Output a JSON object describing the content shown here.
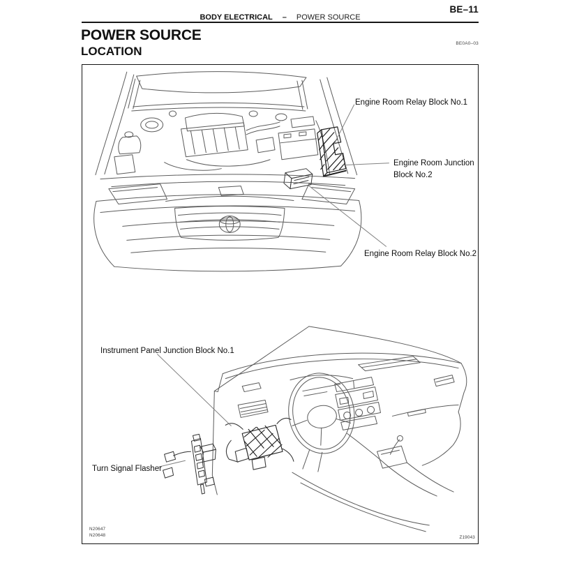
{
  "page": {
    "page_number": "BE–11",
    "running_header": {
      "section": "BODY ELECTRICAL",
      "separator": "–",
      "subsection": "POWER SOURCE"
    },
    "title": "POWER SOURCE",
    "doc_code": "BE0A0–03",
    "section_heading": "LOCATION"
  },
  "figure": {
    "description": "Two line drawings: engine compartment front view and instrument panel interior view with component callouts",
    "callouts": {
      "engine_room_relay_block_1": "Engine Room Relay Block No.1",
      "engine_room_junction_block_2_line1": "Engine Room Junction",
      "engine_room_junction_block_2_line2": "Block No.2",
      "engine_room_relay_block_2": "Engine Room Relay Block No.2",
      "instrument_panel_junction_block_1": "Instrument Panel Junction Block No.1",
      "turn_signal_flasher": "Turn Signal Flasher"
    },
    "codes": {
      "left_top": "N20647",
      "left_bottom": "N20648",
      "right": "Z19043"
    }
  },
  "colors": {
    "ink": "#111111",
    "drawing_line": "#5b5b5b",
    "leader_line": "#828282",
    "component_dark": "#1f1f1f",
    "background": "#ffffff"
  }
}
